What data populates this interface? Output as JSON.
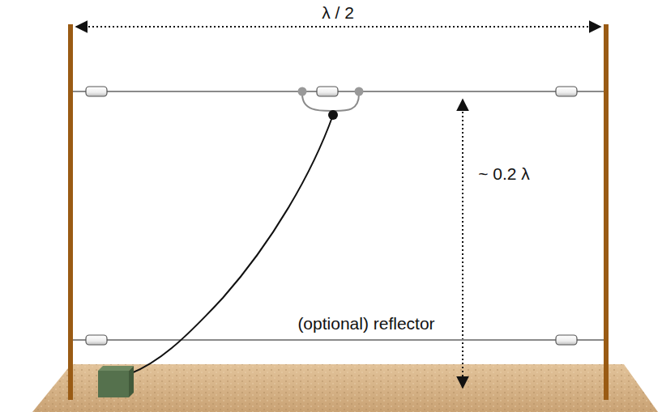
{
  "diagram": {
    "labels": [
      "λ / 2",
      "~ 0.2 λ",
      "(optional) reflector"
    ]
  }
}
